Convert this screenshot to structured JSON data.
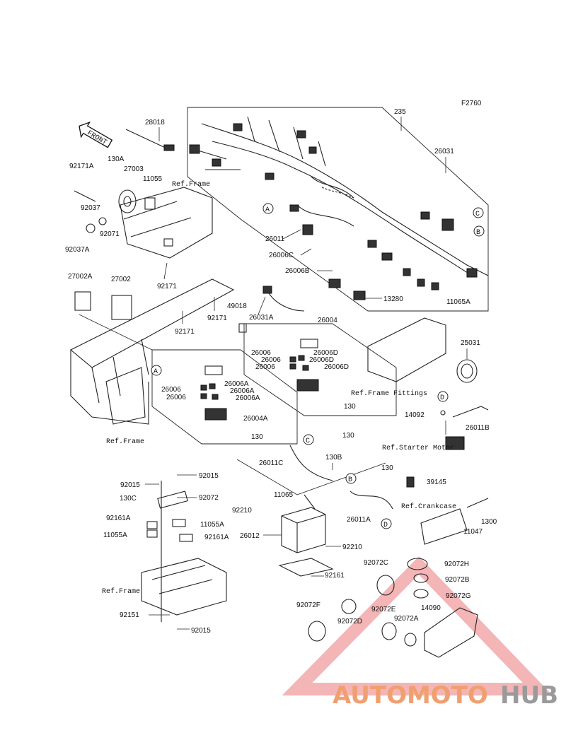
{
  "figure_code": "F2760",
  "front_label": "FRONT",
  "callouts": [
    "A",
    "B",
    "C",
    "D"
  ],
  "ref_labels": [
    "Ref.Frame",
    "Ref.Frame",
    "Ref.Frame",
    "Ref.Frame Fittings",
    "Ref.Starter Motor",
    "Ref.Crankcase"
  ],
  "parts": [
    "28018",
    "235",
    "26031",
    "92171A",
    "130A",
    "27003",
    "11055",
    "92037",
    "92071",
    "92037A",
    "26011",
    "26006C",
    "26006B",
    "13280",
    "11065A",
    "92171",
    "27002A",
    "27002",
    "49018",
    "26031A",
    "92171",
    "92171",
    "26004",
    "26006",
    "26006D",
    "26006",
    "26006D",
    "26006",
    "26006D",
    "26006",
    "26006A",
    "26006A",
    "26006",
    "26006A",
    "26004A",
    "130",
    "130",
    "25031",
    "14092",
    "26011B",
    "130",
    "26011C",
    "130B",
    "130",
    "92015",
    "92015",
    "92072",
    "130C",
    "92161A",
    "11055A",
    "11055A",
    "92161A",
    "11065",
    "92210",
    "26011A",
    "26012",
    "92210",
    "39145",
    "1300",
    "11047",
    "92072C",
    "92072H",
    "92072B",
    "92072G",
    "92161",
    "92072F",
    "92072D",
    "92072E",
    "14090",
    "92072A",
    "92151",
    "92015"
  ],
  "watermark": {
    "part1": "AUTOMOTO",
    "part2": "HUB",
    "color1": "#f0a070",
    "color2": "#9a9a9a",
    "triangle": "#e9787a"
  }
}
